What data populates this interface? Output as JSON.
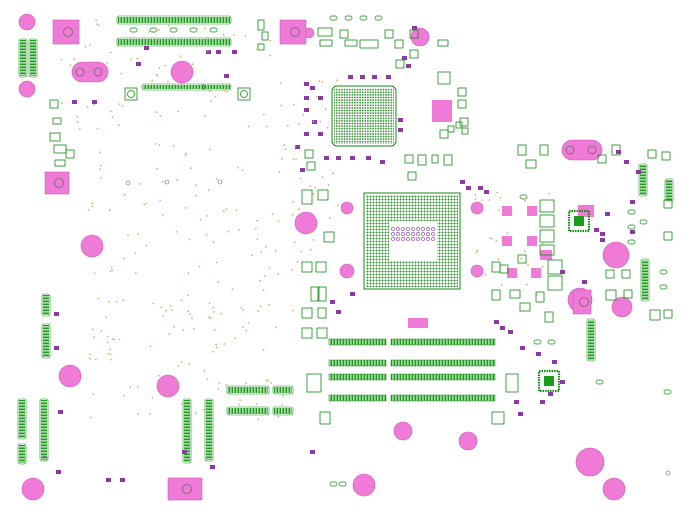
{
  "view": {
    "kind": "pcb-layout"
  },
  "colors": {
    "background": "#ffffff",
    "pad_pink": "#f07ad8",
    "pad_pink_stroke": "#c85bb6",
    "outline_green": "#138a13",
    "fill_green": "#1b9c1b",
    "bga_green": "#2e8b2e",
    "via_dot": "#d9b070",
    "small_part_purple": "#8a3aa0",
    "hole_stroke": "#6a6a6a"
  },
  "layers": [
    "mounting-holes",
    "bga-packages",
    "memory-slots",
    "connectors",
    "smd-components",
    "vias"
  ]
}
